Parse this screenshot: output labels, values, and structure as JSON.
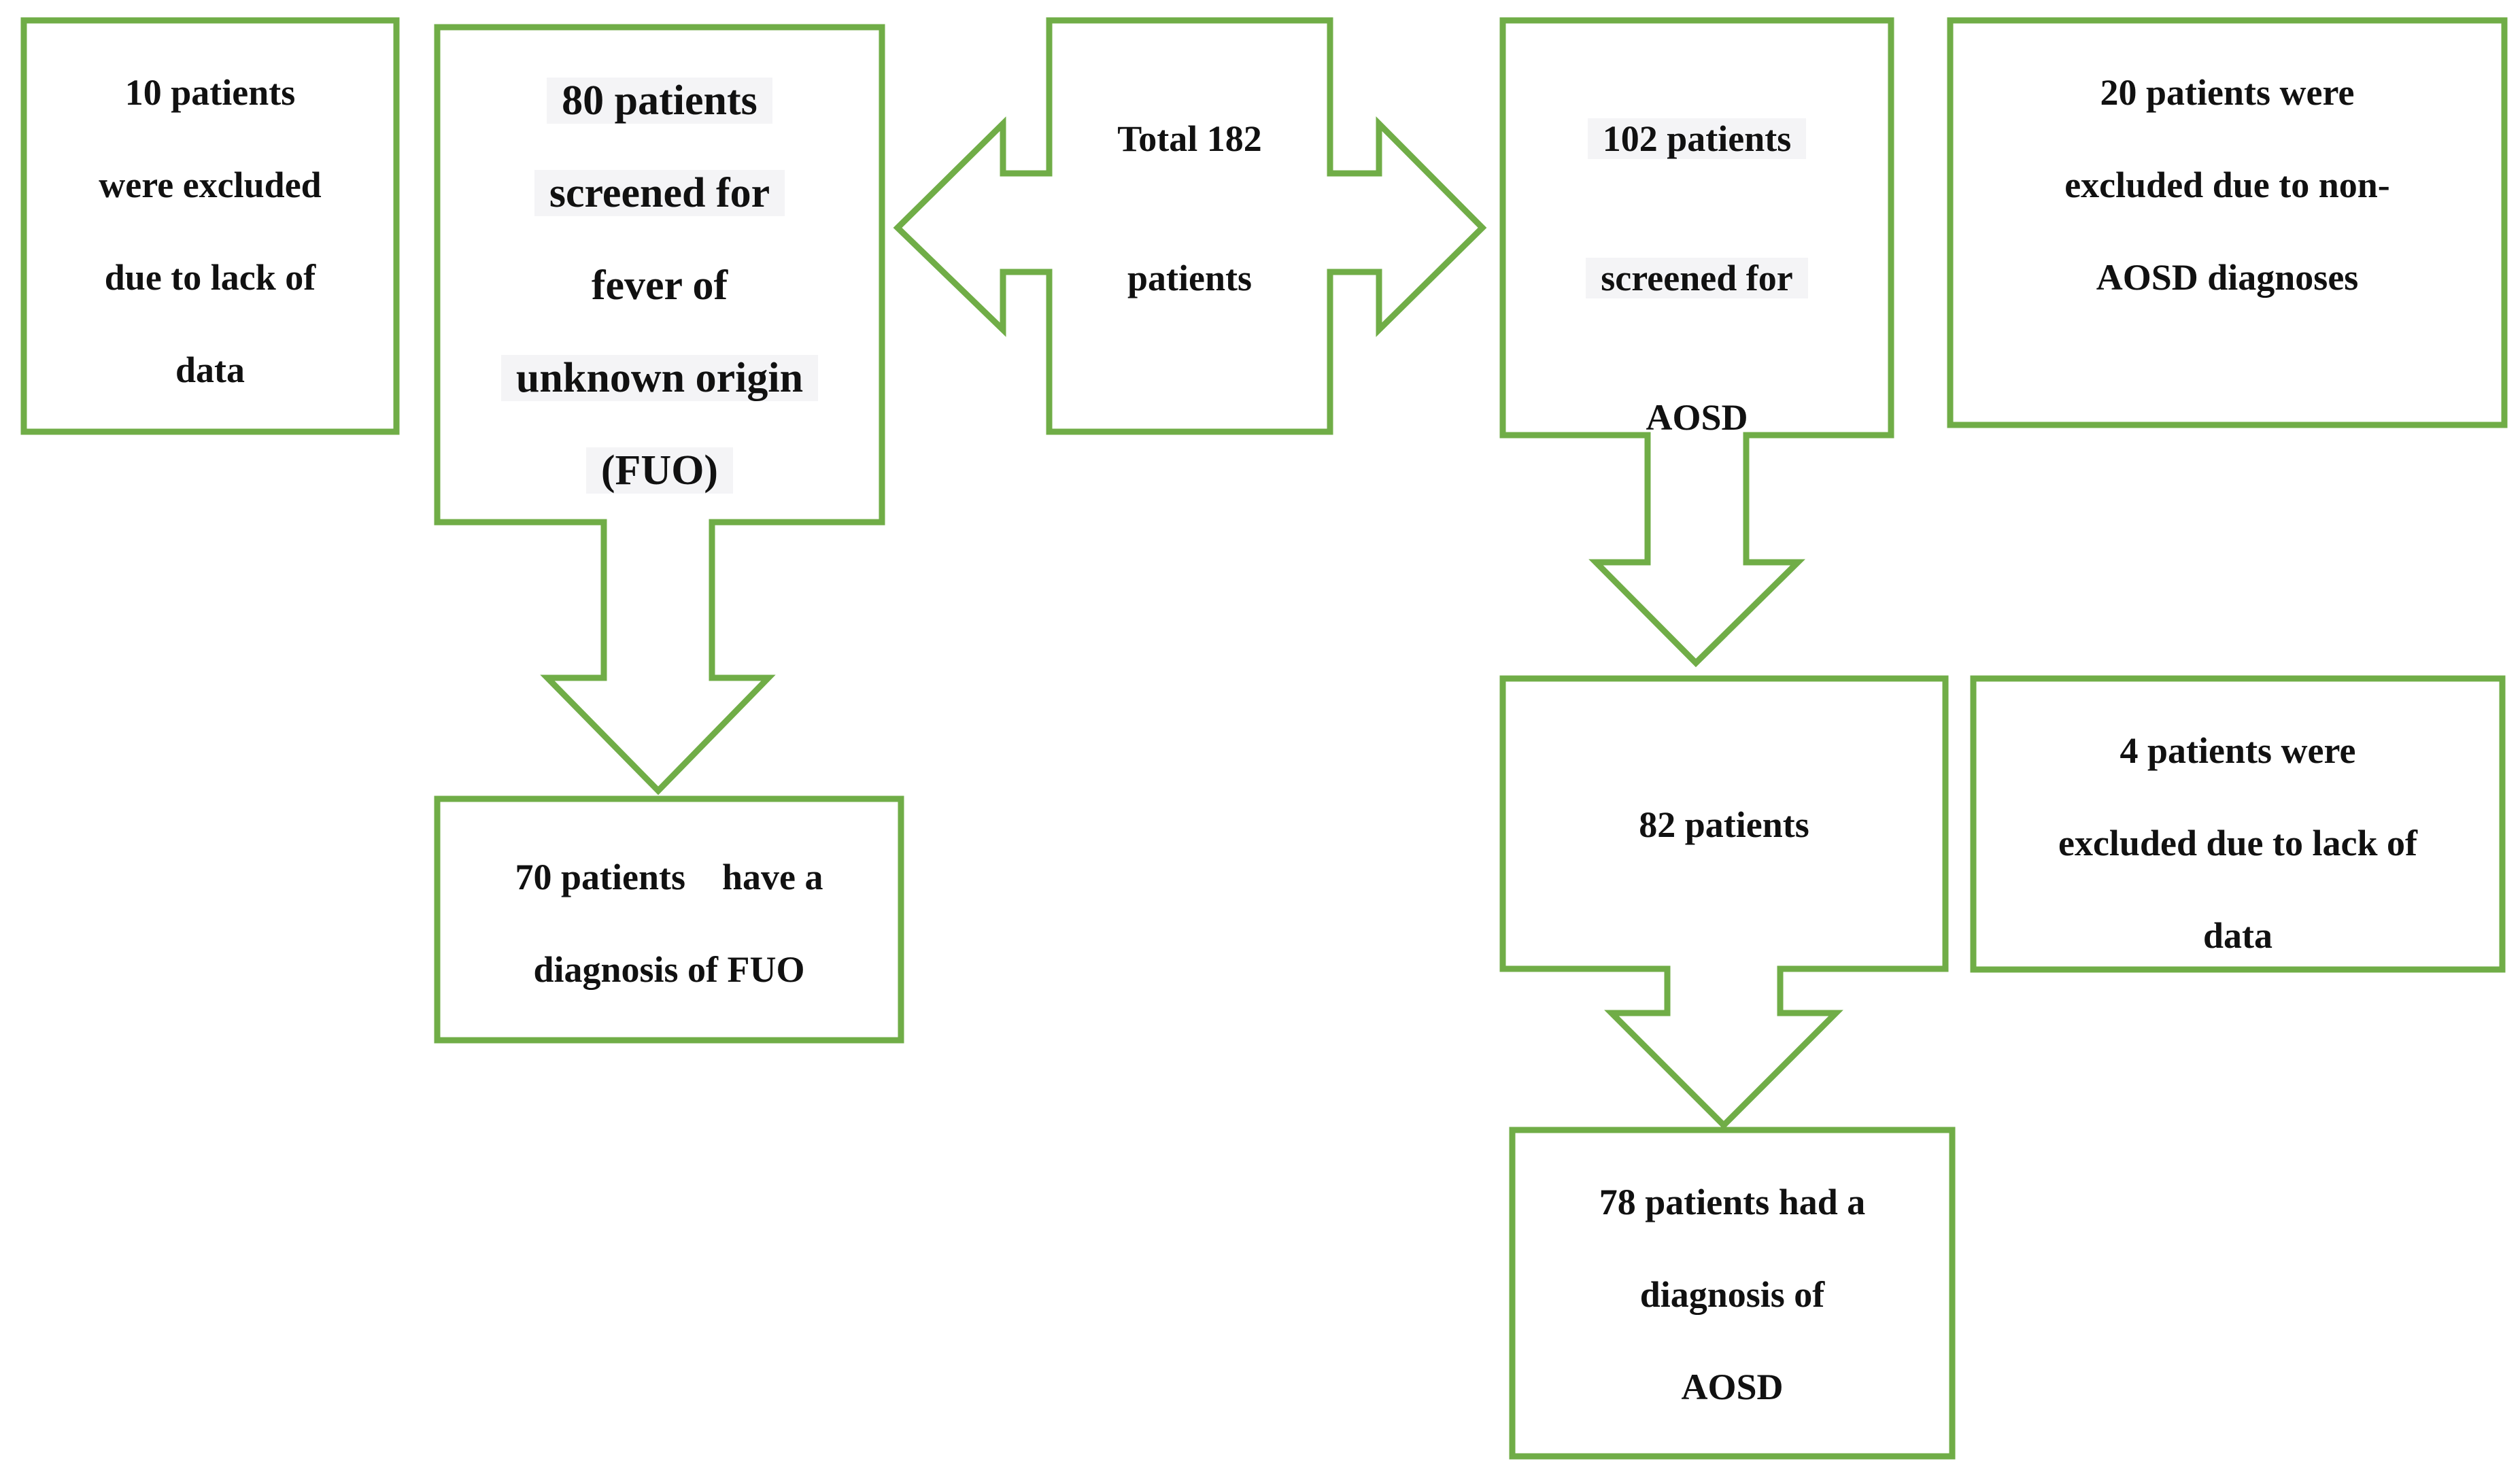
{
  "colors": {
    "box_stroke": "#70ad47",
    "text": "#111111",
    "highlight_bg": "#f4f4f6"
  },
  "nodes": {
    "excluded_lack_of_data_left": {
      "lines": [
        "10 patients",
        "were excluded",
        "due to lack of",
        "data"
      ]
    },
    "screened_fuo": {
      "lines": [
        "80 patients",
        "screened for",
        "fever of",
        "unknown origin",
        "(FUO)"
      ]
    },
    "total": {
      "lines": [
        "Total 182",
        "patients"
      ]
    },
    "screened_aosd": {
      "lines": [
        "102 patients",
        "screened for",
        "AOSD"
      ]
    },
    "excluded_non_aosd": {
      "lines": [
        "20 patients were",
        "excluded due to non-",
        "AOSD diagnoses"
      ]
    },
    "fuo_diagnosis": {
      "lines": [
        "70 patients    have a",
        "diagnosis of FUO"
      ]
    },
    "aosd_82": {
      "lines": [
        "82 patients"
      ]
    },
    "excluded_lack_of_data_right": {
      "lines": [
        "4 patients were",
        "excluded due to lack of",
        "data"
      ]
    },
    "aosd_diagnosis": {
      "lines": [
        "78 patients had a",
        "diagnosis of",
        "AOSD"
      ]
    }
  }
}
